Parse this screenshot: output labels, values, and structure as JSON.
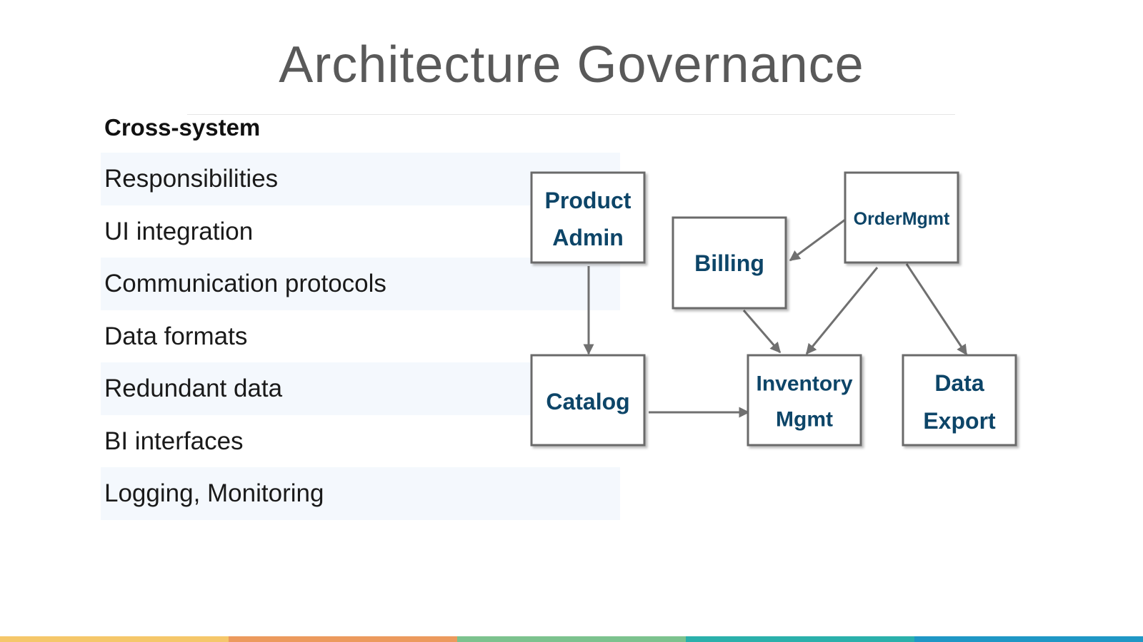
{
  "title": "Architecture Governance",
  "list": {
    "heading": "Cross-system",
    "items": [
      "Responsibilities",
      "UI integration",
      "Communication protocols",
      "Data formats",
      "Redundant data",
      "BI interfaces",
      "Logging, Monitoring"
    ]
  },
  "diagram": {
    "nodes": {
      "product_admin": [
        "Product",
        "Admin"
      ],
      "billing": [
        "Billing"
      ],
      "order_mgmt": [
        "OrderMgmt"
      ],
      "catalog": [
        "Catalog"
      ],
      "inventory_mgmt": [
        "Inventory",
        "Mgmt"
      ],
      "data_export": [
        "Data",
        "Export"
      ]
    },
    "edges": [
      {
        "from": "product_admin",
        "to": "catalog"
      },
      {
        "from": "order_mgmt",
        "to": "billing"
      },
      {
        "from": "order_mgmt",
        "to": "inventory_mgmt"
      },
      {
        "from": "order_mgmt",
        "to": "data_export"
      },
      {
        "from": "billing",
        "to": "inventory_mgmt"
      },
      {
        "from": "catalog",
        "to": "inventory_mgmt"
      }
    ]
  },
  "colors": {
    "title": "#595959",
    "node_text": "#0d4568",
    "node_border": "#6b6b6b",
    "row_shade": "#f4f8fd",
    "bottom_bar": [
      "#f5c76a",
      "#ec9a5d",
      "#7cc28e",
      "#2ab0ab",
      "#1f97c5"
    ]
  }
}
